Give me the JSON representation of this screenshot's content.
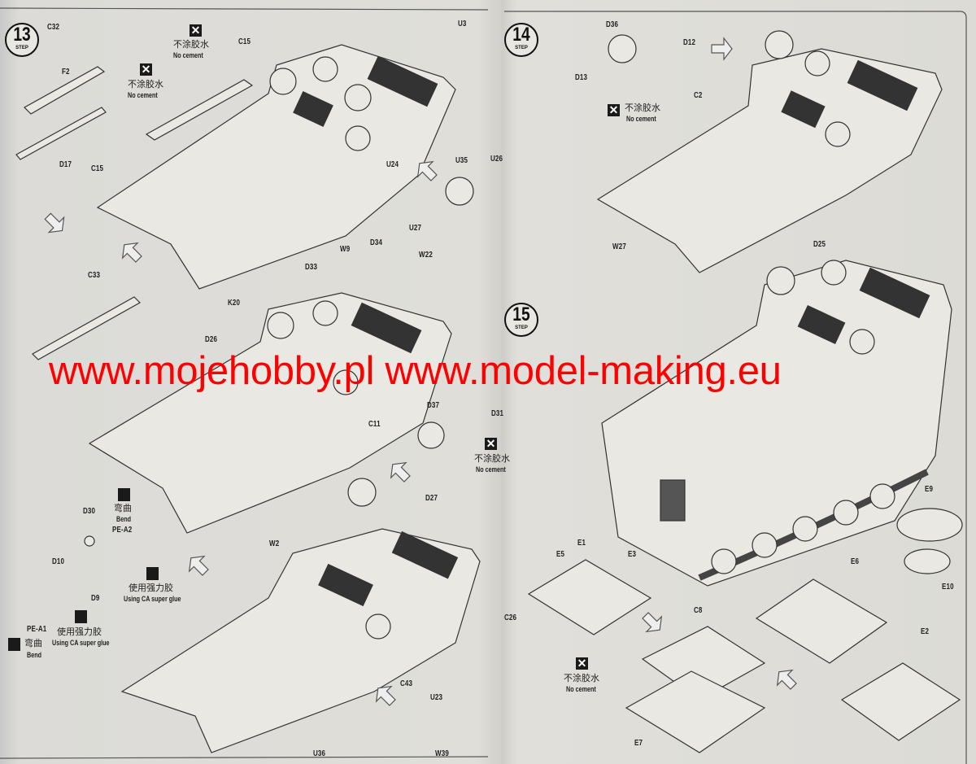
{
  "watermark": "www.mojehobby.pl www.model-making.eu",
  "steps": {
    "step13": "13",
    "step14": "14",
    "step15": "15",
    "step_word": "STEP"
  },
  "notes": {
    "no_cement_cn": "不涂胶水",
    "no_cement_en": "No cement",
    "ca_glue_cn": "使用强力胶",
    "ca_glue_en": "Using CA super glue",
    "bend_cn": "弯曲",
    "bend_en": "Bend"
  },
  "parts": {
    "C32": "C32",
    "F2": "F2",
    "D17": "D17",
    "C15a": "C15",
    "C15b": "C15",
    "U3": "U3",
    "U24": "U24",
    "U35": "U35",
    "U26": "U26",
    "U27": "U27",
    "D34": "D34",
    "W9": "W9",
    "W22": "W22",
    "D33": "D33",
    "C33": "C33",
    "K20": "K20",
    "D26": "D26",
    "C11": "C11",
    "D37": "D37",
    "D31": "D31",
    "D27": "D27",
    "W2": "W2",
    "D30": "D30",
    "PEA2": "PE-A2",
    "D10": "D10",
    "D9": "D9",
    "PEA1": "PE-A1",
    "C43": "C43",
    "U23": "U23",
    "U36": "U36",
    "W39": "W39",
    "D36": "D36",
    "D12": "D12",
    "D13": "D13",
    "C2": "C2",
    "W27": "W27",
    "D25": "D25",
    "E9": "E9",
    "E1": "E1",
    "E5": "E5",
    "E3": "E3",
    "C26": "C26",
    "E6": "E6",
    "E10": "E10",
    "C8": "C8",
    "E2": "E2",
    "E7": "E7"
  },
  "colors": {
    "watermark": "#ff0000",
    "paper": "#dfded9",
    "ink": "#222222"
  }
}
